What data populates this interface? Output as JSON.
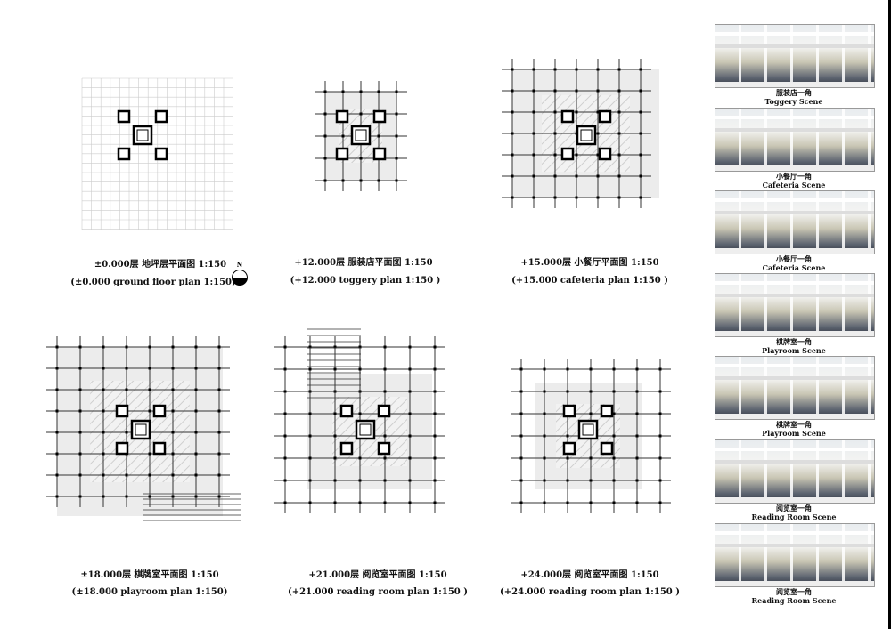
{
  "plans": [
    {
      "title": "±0.000层  地坪层平面图  1:150",
      "subtitle": "(±0.000 ground floor plan  1:150)"
    },
    {
      "title": "+12.000层  服装店平面图  1:150",
      "subtitle": "(+12.000 toggery plan  1:150 )"
    },
    {
      "title": "+15.000层  小餐厅平面图  1:150",
      "subtitle": "(+15.000 cafeteria plan  1:150 )"
    },
    {
      "title": "±18.000层  棋牌室平面图  1:150",
      "subtitle": "(±18.000 playroom plan  1:150)"
    },
    {
      "title": "+21.000层  阅览室平面图  1:150",
      "subtitle": "(+21.000 reading room plan  1:150 )"
    },
    {
      "title": "+24.000层  阅览室平面图  1:150",
      "subtitle": "(+24.000 reading room plan  1:150 )"
    }
  ],
  "north": "N",
  "scenes": [
    {
      "cn": "服装店一角",
      "en": "Toggery  Scene"
    },
    {
      "cn": "小餐厅一角",
      "en": "Cafeteria  Scene"
    },
    {
      "cn": "小餐厅一角",
      "en": "Cafeteria  Scene"
    },
    {
      "cn": "棋牌室一角",
      "en": "Playroom  Scene"
    },
    {
      "cn": "棋牌室一角",
      "en": "Playroom  Scene"
    },
    {
      "cn": "阅览室一角",
      "en": "Reading  Room  Scene"
    },
    {
      "cn": "阅览室一角",
      "en": "Reading  Room  Scene"
    }
  ]
}
